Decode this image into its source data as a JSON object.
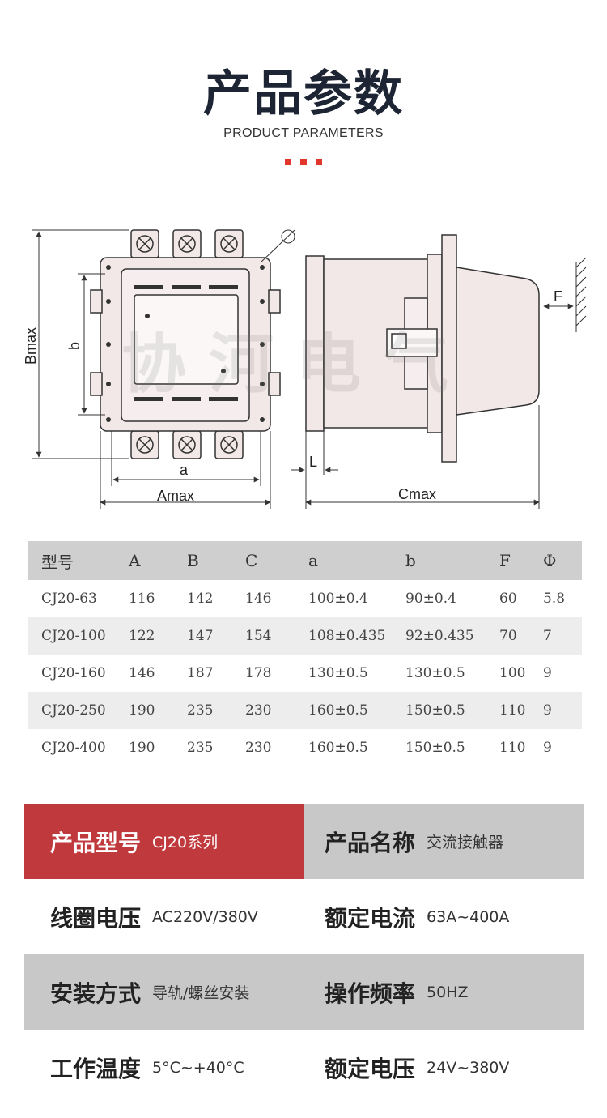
{
  "header": {
    "title_cn": "产品参数",
    "title_en": "PRODUCT PARAMETERS"
  },
  "diagram": {
    "watermark": "协河电气",
    "labels": {
      "bmax": "Bmax",
      "b": "b",
      "a": "a",
      "amax": "Amax",
      "l": "L",
      "cmax": "Cmax",
      "f": "F",
      "phi": "Ø"
    }
  },
  "table": {
    "headers": [
      "型号",
      "A",
      "B",
      "C",
      "a",
      "b",
      "F",
      "Φ"
    ],
    "rows": [
      [
        "CJ20-63",
        "116",
        "142",
        "146",
        "100±0.4",
        "90±0.4",
        "60",
        "5.8"
      ],
      [
        "CJ20-100",
        "122",
        "147",
        "154",
        "108±0.435",
        "92±0.435",
        "70",
        "7"
      ],
      [
        "CJ20-160",
        "146",
        "187",
        "178",
        "130±0.5",
        "130±0.5",
        "100",
        "9"
      ],
      [
        "CJ20-250",
        "190",
        "235",
        "230",
        "160±0.5",
        "150±0.5",
        "110",
        "9"
      ],
      [
        "CJ20-400",
        "190",
        "235",
        "230",
        "160±0.5",
        "150±0.5",
        "110",
        "9"
      ]
    ]
  },
  "info": {
    "model": {
      "label": "产品型号",
      "value": "CJ20系列"
    },
    "name": {
      "label": "产品名称",
      "value": "交流接触器"
    },
    "coil_voltage": {
      "label": "线圈电压",
      "value": "AC220V/380V"
    },
    "rated_current": {
      "label": "额定电流",
      "value": "63A~400A"
    },
    "install": {
      "label": "安装方式",
      "value": "导轨/螺丝安装"
    },
    "frequency": {
      "label": "操作频率",
      "value": "50HZ"
    },
    "temperature": {
      "label": "工作温度",
      "value": "5°C~+40°C"
    },
    "rated_voltage": {
      "label": "额定电压",
      "value": "24V~380V"
    }
  },
  "colors": {
    "accent_red": "#c0393c",
    "dots_red": "#e0362c",
    "title_navy": "#1d2433"
  }
}
